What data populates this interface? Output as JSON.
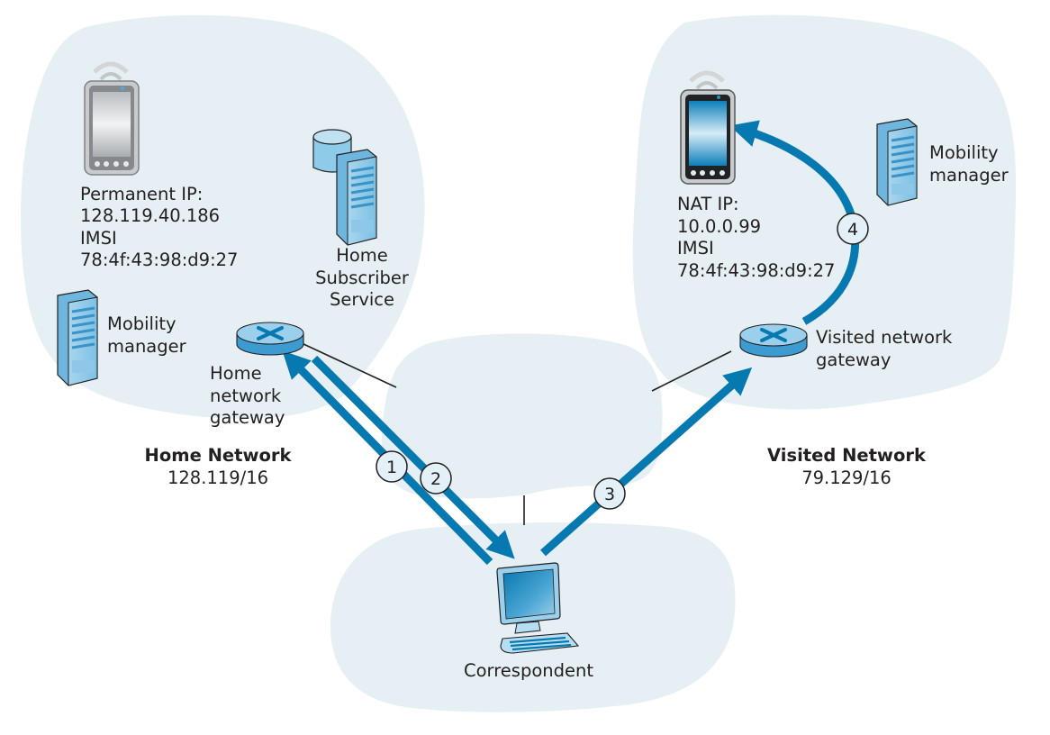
{
  "colors": {
    "cloud": "#e6eff3",
    "arrow": "#0779b1",
    "wire": "#231f20",
    "step_fill": "#e3f0f8"
  },
  "home_network": {
    "title": "Home Network",
    "prefix": "128.119/16",
    "mobile": {
      "icon": "smartphone-icon",
      "ip_label": "Permanent IP:",
      "ip": "128.119.40.186",
      "imsi_label": "IMSI",
      "imsi": "78:4f:43:98:d9:27"
    },
    "hss": {
      "icon": "database-server-icon",
      "label": "Home\nSubscriber\nService"
    },
    "mobility_manager": {
      "icon": "server-icon",
      "label": "Mobility\nmanager"
    },
    "gateway": {
      "icon": "router-icon",
      "label": "Home\nnetwork\ngateway"
    }
  },
  "visited_network": {
    "title": "Visited Network",
    "prefix": "79.129/16",
    "mobile": {
      "icon": "smartphone-icon",
      "ip_label": "NAT IP:",
      "ip": "10.0.0.99",
      "imsi_label": "IMSI",
      "imsi": "78:4f:43:98:d9:27"
    },
    "mobility_manager": {
      "icon": "server-icon",
      "label": "Mobility\nmanager"
    },
    "gateway": {
      "icon": "router-icon",
      "label": "Visited network\ngateway"
    }
  },
  "correspondent": {
    "icon": "desktop-computer-icon",
    "label": "Correspondent"
  },
  "steps": [
    {
      "number": "1",
      "from": "correspondent",
      "to": "home_gateway"
    },
    {
      "number": "2",
      "from": "home_gateway",
      "to": "correspondent"
    },
    {
      "number": "3",
      "from": "correspondent",
      "to": "visited_gateway"
    },
    {
      "number": "4",
      "from": "visited_gateway",
      "to": "visited_mobile"
    }
  ]
}
